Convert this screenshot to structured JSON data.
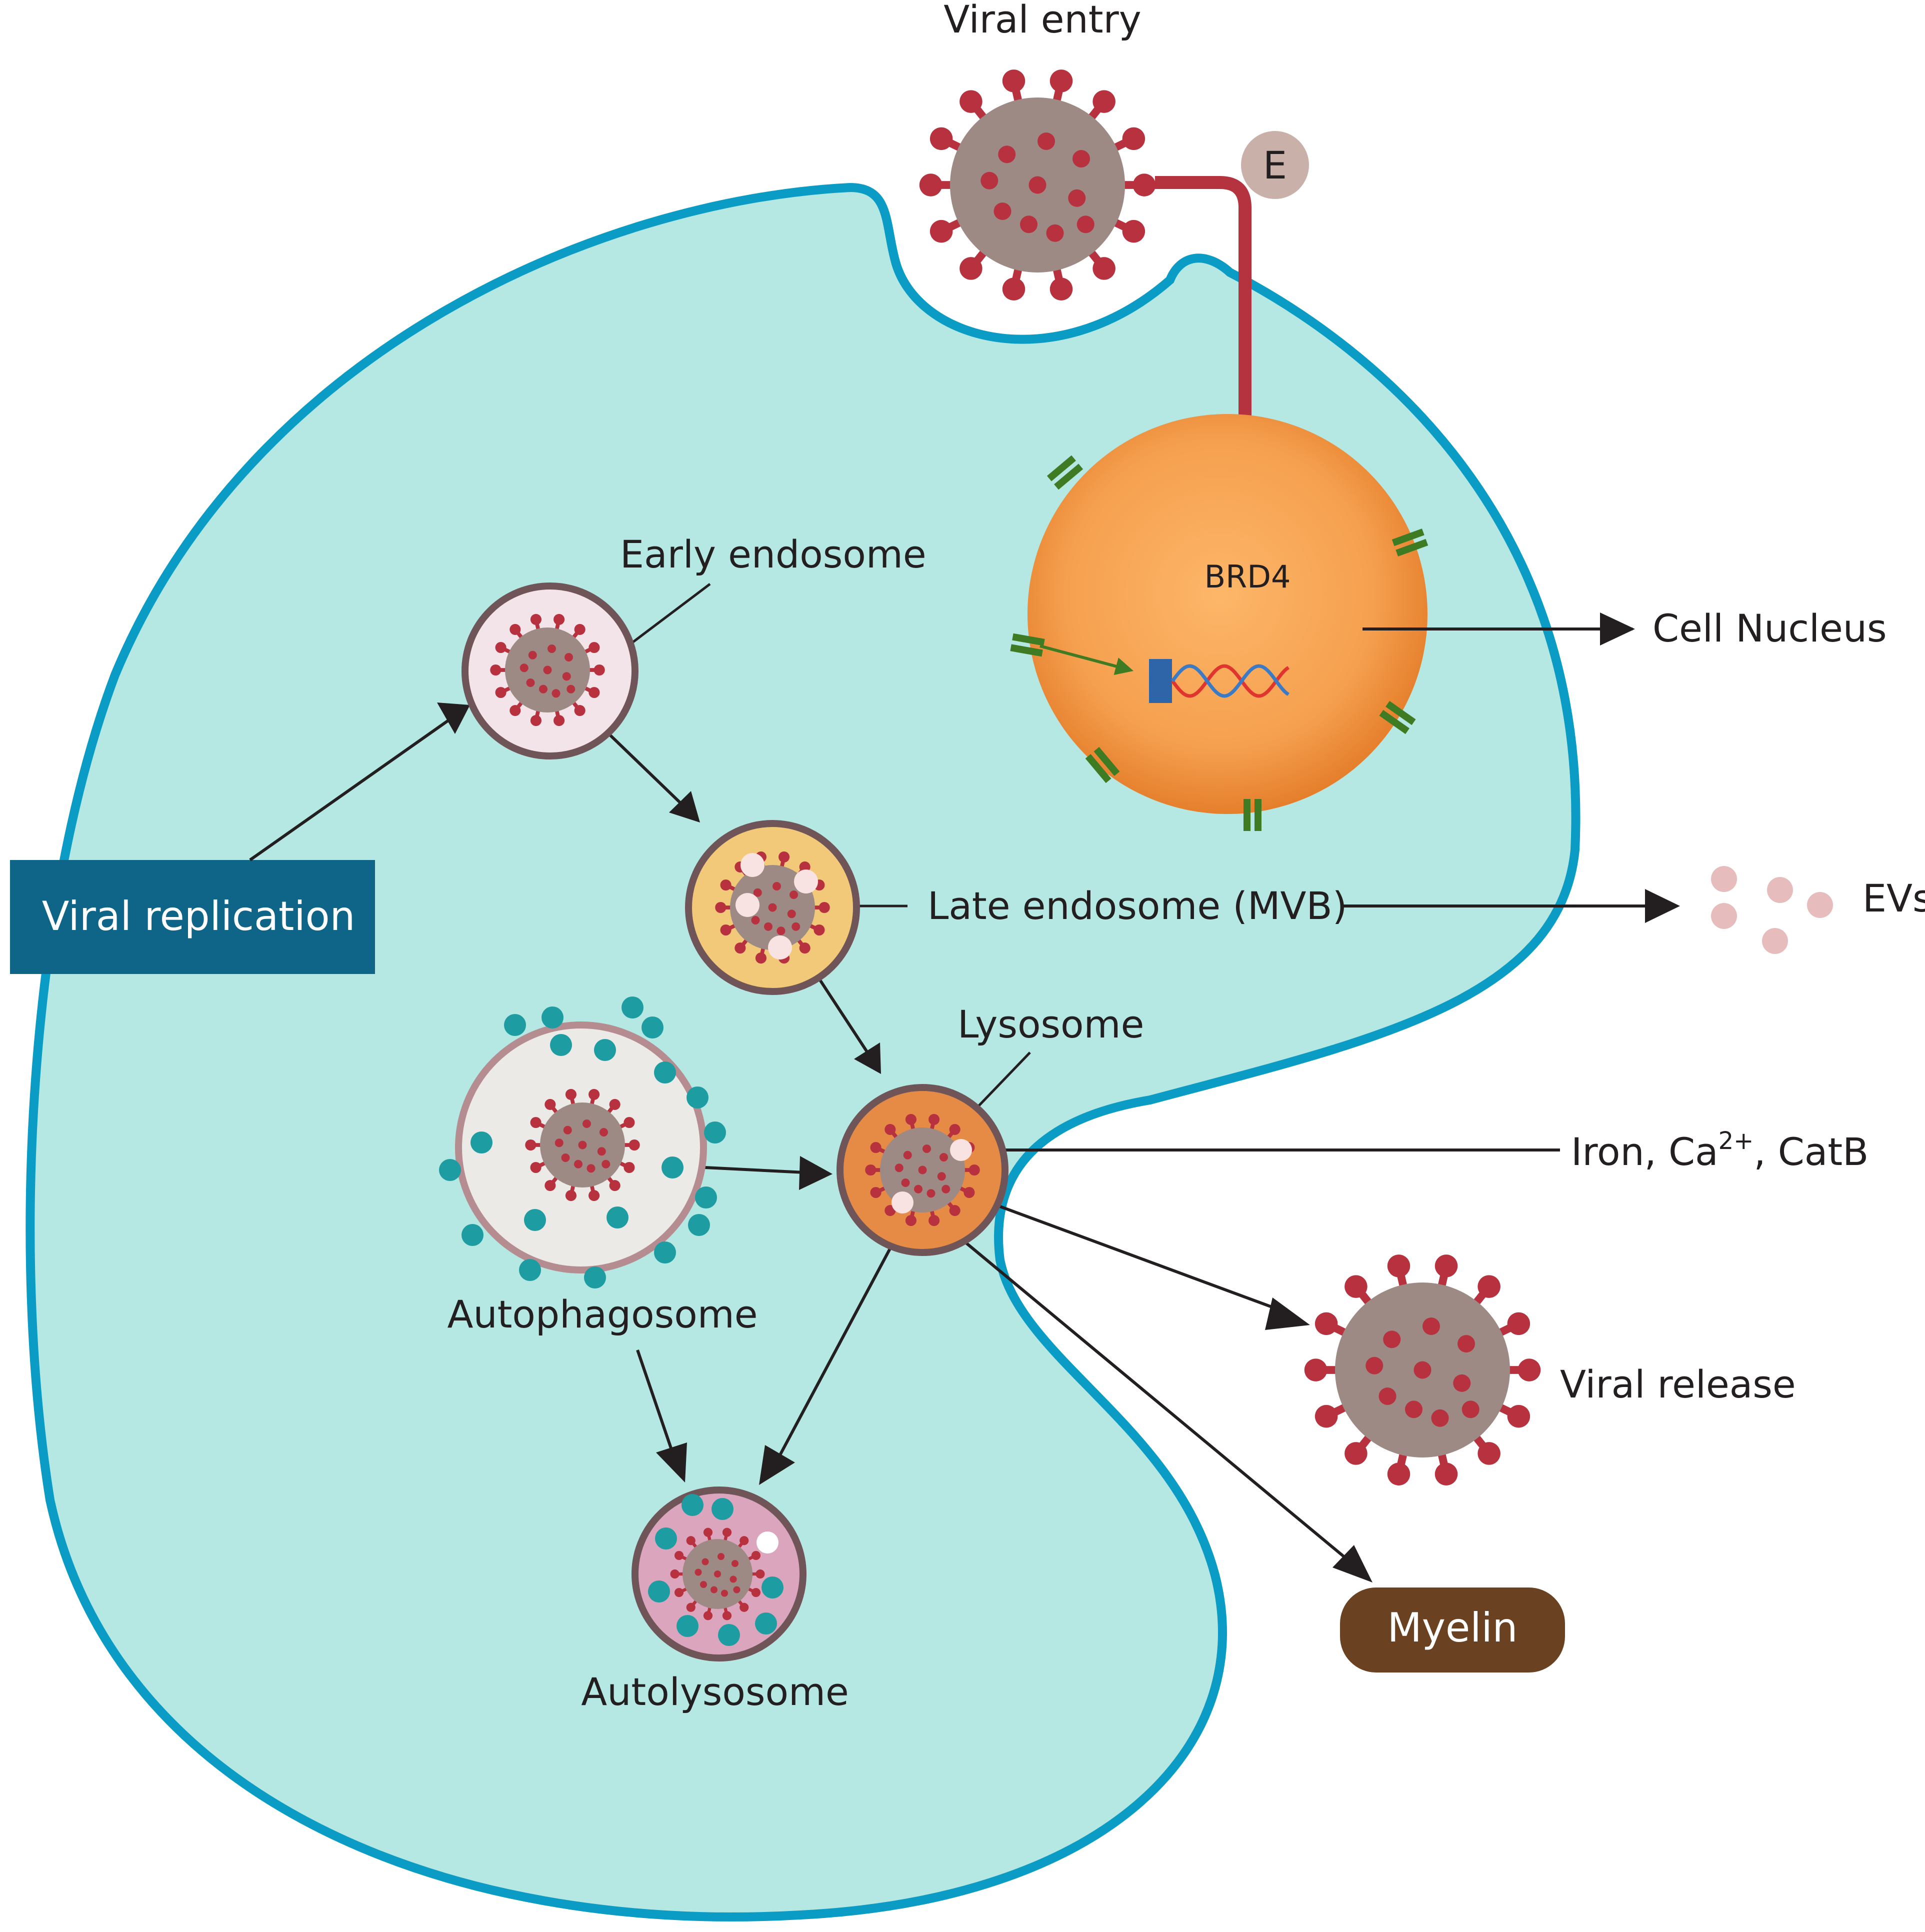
{
  "labels": {
    "viral_entry": "Viral entry",
    "e_badge": "E",
    "brd4": "BRD4",
    "cell_nucleus": "Cell Nucleus",
    "early_endosome": "Early endosome",
    "late_endosome": "Late endosome (MVB)",
    "evs": "EVs",
    "viral_replication": "Viral replication",
    "lysosome": "Lysosome",
    "iron_prefix": "Iron, Ca",
    "iron_superscript": "2+",
    "iron_suffix": ", CatB",
    "autophagosome": "Autophagosome",
    "autolysosome": "Autolysosome",
    "viral_release": "Viral release",
    "myelin": "Myelin"
  },
  "colors": {
    "cytoplasm": "#b5e7e3",
    "membrane": "#0b9cc6",
    "nucleus": "#f6a04f",
    "virus_body": "#9d8a84",
    "spike": "#b8313f",
    "entry_arrow": "#b5333f",
    "receptor": "#3f7b23",
    "replication_box": "#0e6588",
    "myelin_box": "#6a4222",
    "teal_dot": "#1d9ca2",
    "ev_dot": "#e6bcbc"
  }
}
